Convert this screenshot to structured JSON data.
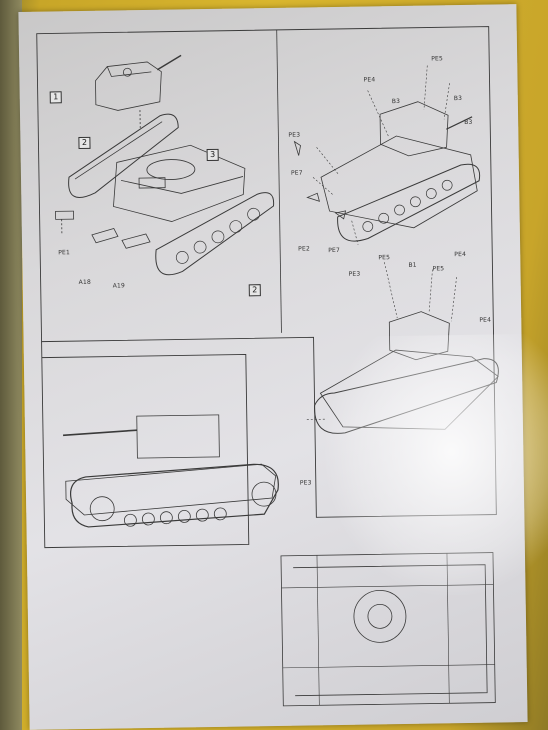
{
  "steps": [
    "1",
    "2",
    "3",
    "2"
  ],
  "panel1_labels": {
    "pe1": "PE1",
    "a18": "A18",
    "a19": "A19"
  },
  "panel2_labels": {
    "pe5": "PE5",
    "pe4": "PE4",
    "b3a": "B3",
    "b3b": "B3",
    "b3c": "B3",
    "pe3a": "PE3",
    "pe7a": "PE7",
    "pe2": "PE2",
    "pe7b": "PE7",
    "pe3b": "PE3"
  },
  "panel3_labels": {
    "pe5": "PE5",
    "b1": "B1",
    "pe5b": "PE5",
    "pe4": "PE4",
    "pe4b": "PE4",
    "pe3": "PE3"
  },
  "colors": {
    "border_yellow": "#d9b62e",
    "paper": "#e3e2e6",
    "ink": "#333333"
  }
}
